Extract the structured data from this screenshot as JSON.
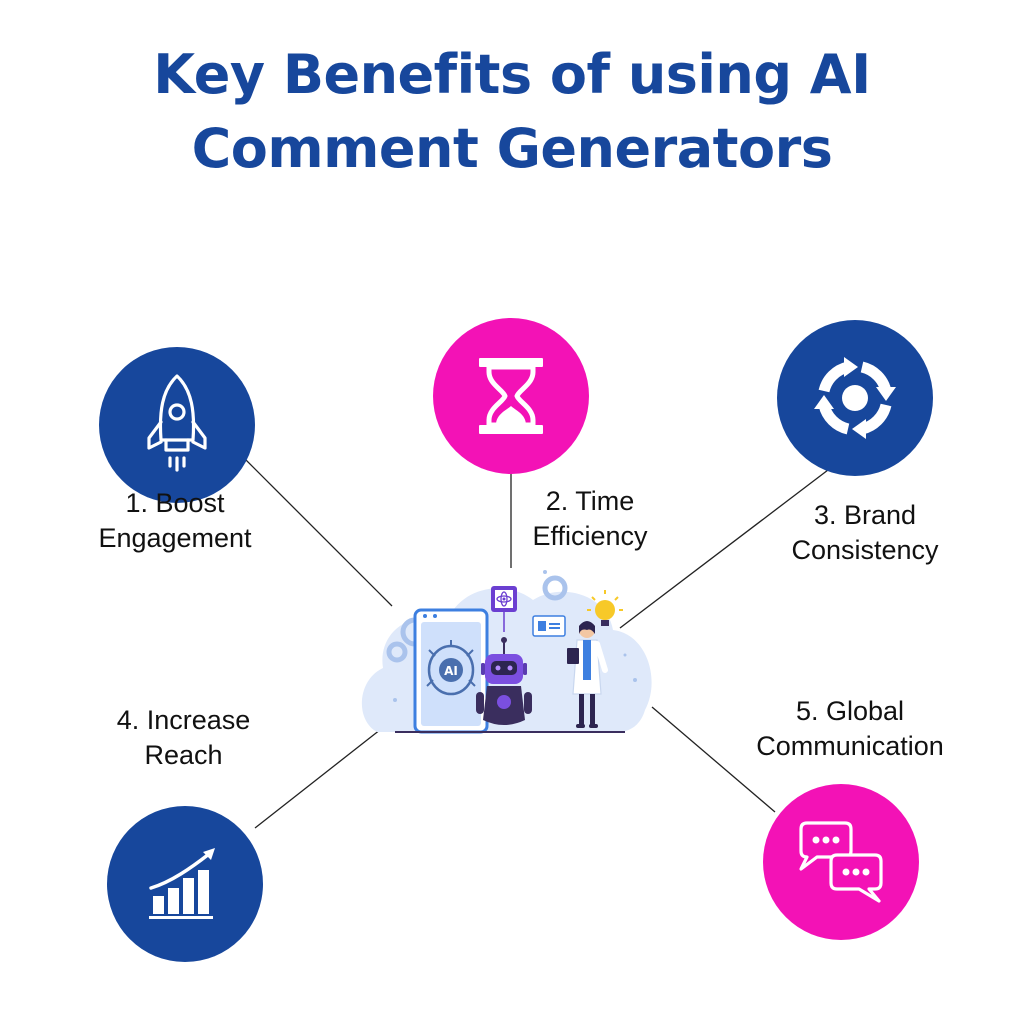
{
  "title": {
    "line1": "Key Benefits of using AI",
    "line2": "Comment Generators"
  },
  "colors": {
    "blue": "#17479c",
    "pink": "#f312b6"
  },
  "center_illustration": {
    "chip_text": "AI",
    "icon": "ai-robot-scientist-illustration"
  },
  "benefits": [
    {
      "line1": "1. Boost",
      "line2": "Engagement",
      "icon": "rocket-icon",
      "color": "blue"
    },
    {
      "line1": "2. Time",
      "line2": "Efficiency",
      "icon": "hourglass-icon",
      "color": "pink"
    },
    {
      "line1": "3. Brand",
      "line2": "Consistency",
      "icon": "sync-arrows-icon",
      "color": "blue"
    },
    {
      "line1": "4. Increase",
      "line2": "Reach",
      "icon": "growth-chart-icon",
      "color": "blue"
    },
    {
      "line1": "5. Global",
      "line2": "Communication",
      "icon": "chat-bubbles-icon",
      "color": "pink"
    }
  ]
}
